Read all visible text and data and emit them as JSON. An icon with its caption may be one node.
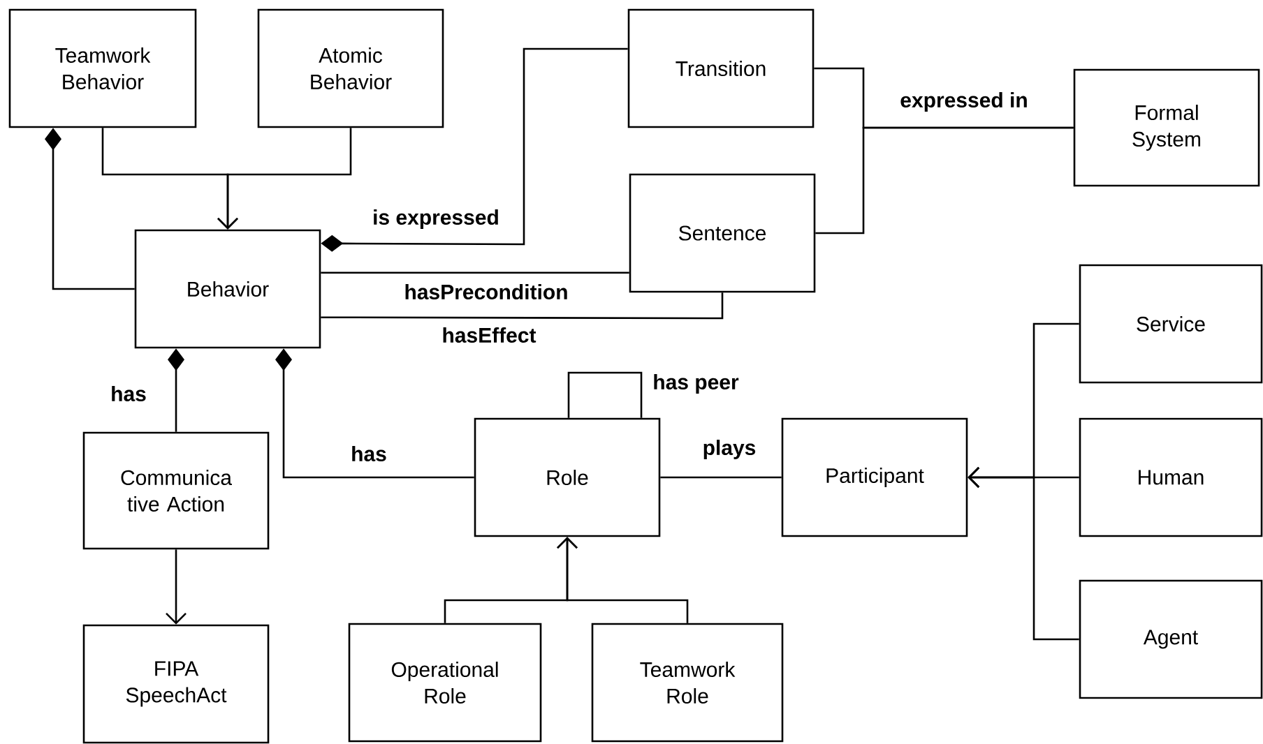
{
  "diagram": {
    "nodes": [
      {
        "text": [
          "Teamwork Behavior"
        ]
      },
      {
        "text": [
          "Atomic Behavior"
        ]
      },
      {
        "text": [
          "Transition"
        ]
      },
      {
        "text": [
          "Formal System"
        ]
      },
      {
        "text": [
          "Behavior"
        ]
      },
      {
        "text": [
          "Sentence"
        ]
      },
      {
        "text": [
          "Service"
        ]
      },
      {
        "text": [
          "Communica tive Action"
        ]
      },
      {
        "text": [
          "Role"
        ]
      },
      {
        "text": [
          "Participant"
        ]
      },
      {
        "text": [
          "Human"
        ]
      },
      {
        "text": [
          "FIPA SpeechAct"
        ]
      },
      {
        "text": [
          "Operational Role"
        ]
      },
      {
        "text": [
          "Teamwork Role"
        ]
      },
      {
        "text": [
          "Agent"
        ]
      }
    ],
    "edges": [
      {
        "from": 0,
        "to": 4,
        "arrow": "to"
      },
      {
        "from": 1,
        "to": 4,
        "arrow": "to"
      },
      {
        "from": 0,
        "to": 4,
        "arrow": "other"
      },
      {
        "from": 4,
        "to": 2,
        "arrow": "other",
        "label": "is expressed"
      },
      {
        "from": 4,
        "to": 5,
        "arrow": "none",
        "label": "hasPrecondition"
      },
      {
        "from": 4,
        "to": 5,
        "arrow": "none",
        "label": "hasEffect"
      },
      {
        "from": 2,
        "to": 3,
        "arrow": "none",
        "label": "expressed in"
      },
      {
        "from": 5,
        "to": 3,
        "arrow": "none"
      },
      {
        "from": 4,
        "to": 7,
        "arrow": "other",
        "label": "has"
      },
      {
        "from": 4,
        "to": 8,
        "arrow": "other",
        "label": "has"
      },
      {
        "from": 8,
        "to": 8,
        "arrow": "none",
        "label": "has peer"
      },
      {
        "from": 8,
        "to": 9,
        "arrow": "none",
        "label": "plays"
      },
      {
        "from": 7,
        "to": 11,
        "arrow": "to"
      },
      {
        "from": 12,
        "to": 8,
        "arrow": "to"
      },
      {
        "from": 13,
        "to": 8,
        "arrow": "to"
      },
      {
        "from": 6,
        "to": 9,
        "arrow": "to"
      },
      {
        "from": 10,
        "to": 9,
        "arrow": "to"
      },
      {
        "from": 14,
        "to": 9,
        "arrow": "to"
      }
    ]
  }
}
